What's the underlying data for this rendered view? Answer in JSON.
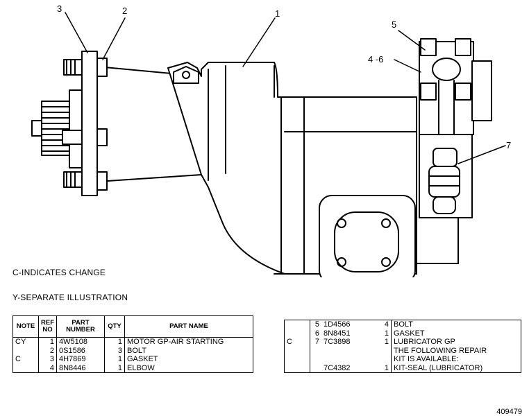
{
  "callouts": {
    "c1": "1",
    "c2": "2",
    "c3": "3",
    "c4": "4 -6",
    "c5": "5",
    "c7": "7"
  },
  "notes": {
    "change": "C-INDICATES CHANGE",
    "separate": "Y-SEPARATE ILLUSTRATION"
  },
  "left_table": {
    "headers": {
      "note": "NOTE",
      "ref": "REF NO",
      "part": "PART NUMBER",
      "qty": "QTY",
      "name": "PART NAME"
    },
    "rows": [
      {
        "note": "CY",
        "ref": "1",
        "part": "4W5108",
        "qty": "1",
        "name": "MOTOR GP-AIR STARTING"
      },
      {
        "note": "",
        "ref": "2",
        "part": "0S1586",
        "qty": "3",
        "name": "BOLT"
      },
      {
        "note": "C",
        "ref": "3",
        "part": "4H7869",
        "qty": "1",
        "name": "GASKET"
      },
      {
        "note": "",
        "ref": "4",
        "part": "8N8446",
        "qty": "1",
        "name": "ELBOW"
      }
    ]
  },
  "right_table": {
    "rows": [
      {
        "note": "",
        "ref": "5",
        "part": "1D4566",
        "qty": "4",
        "name": "BOLT"
      },
      {
        "note": "",
        "ref": "6",
        "part": "8N8451",
        "qty": "1",
        "name": "GASKET"
      },
      {
        "note": "C",
        "ref": "7",
        "part": "7C3898",
        "qty": "1",
        "name": "LUBRICATOR GP"
      },
      {
        "note": "",
        "ref": "",
        "part": "",
        "qty": "",
        "name": "THE FOLLOWING REPAIR"
      },
      {
        "note": "",
        "ref": "",
        "part": "",
        "qty": "",
        "name": "KIT IS AVAILABLE:"
      },
      {
        "note": "",
        "ref": "",
        "part": "7C4382",
        "qty": "1",
        "name": "KIT-SEAL (LUBRICATOR)"
      }
    ]
  },
  "figure_number": "409479"
}
